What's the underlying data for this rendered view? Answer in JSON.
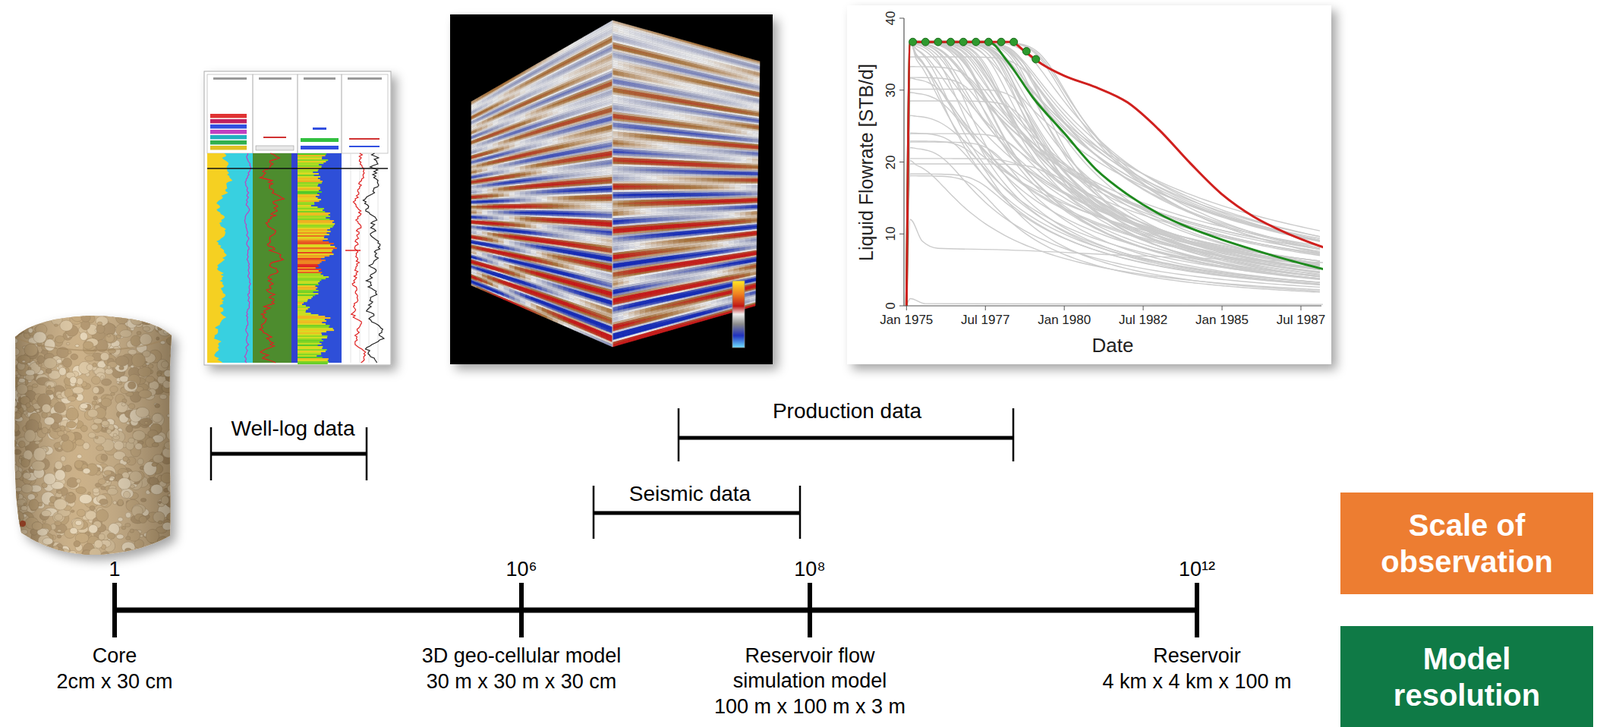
{
  "diagram": {
    "nodes": [
      {
        "text": [
          "Scale of observation"
        ]
      },
      {
        "text": [
          "Model resolution"
        ]
      }
    ],
    "labels": [
      "Well-log data",
      "Production data",
      "Seismic data",
      "1",
      "10⁶",
      "10⁸",
      "10¹²",
      "Core",
      "2cm x 30 cm",
      "3D geo-cellular model",
      "30 m x 30 m x 30 cm",
      "Reservoir flow simulation model",
      "100 m x 100 m x 3 m",
      "Reservoir",
      "4 km x 4 km x 100 m",
      "40",
      "30",
      "20",
      "10",
      "0",
      "Liquid Flowrate [STB/d]",
      "Jan 1975",
      "Jul 1977",
      "Jan 1980",
      "Jul 1982",
      "Jan 1985",
      "Jul 1987",
      "Date"
    ]
  }
}
